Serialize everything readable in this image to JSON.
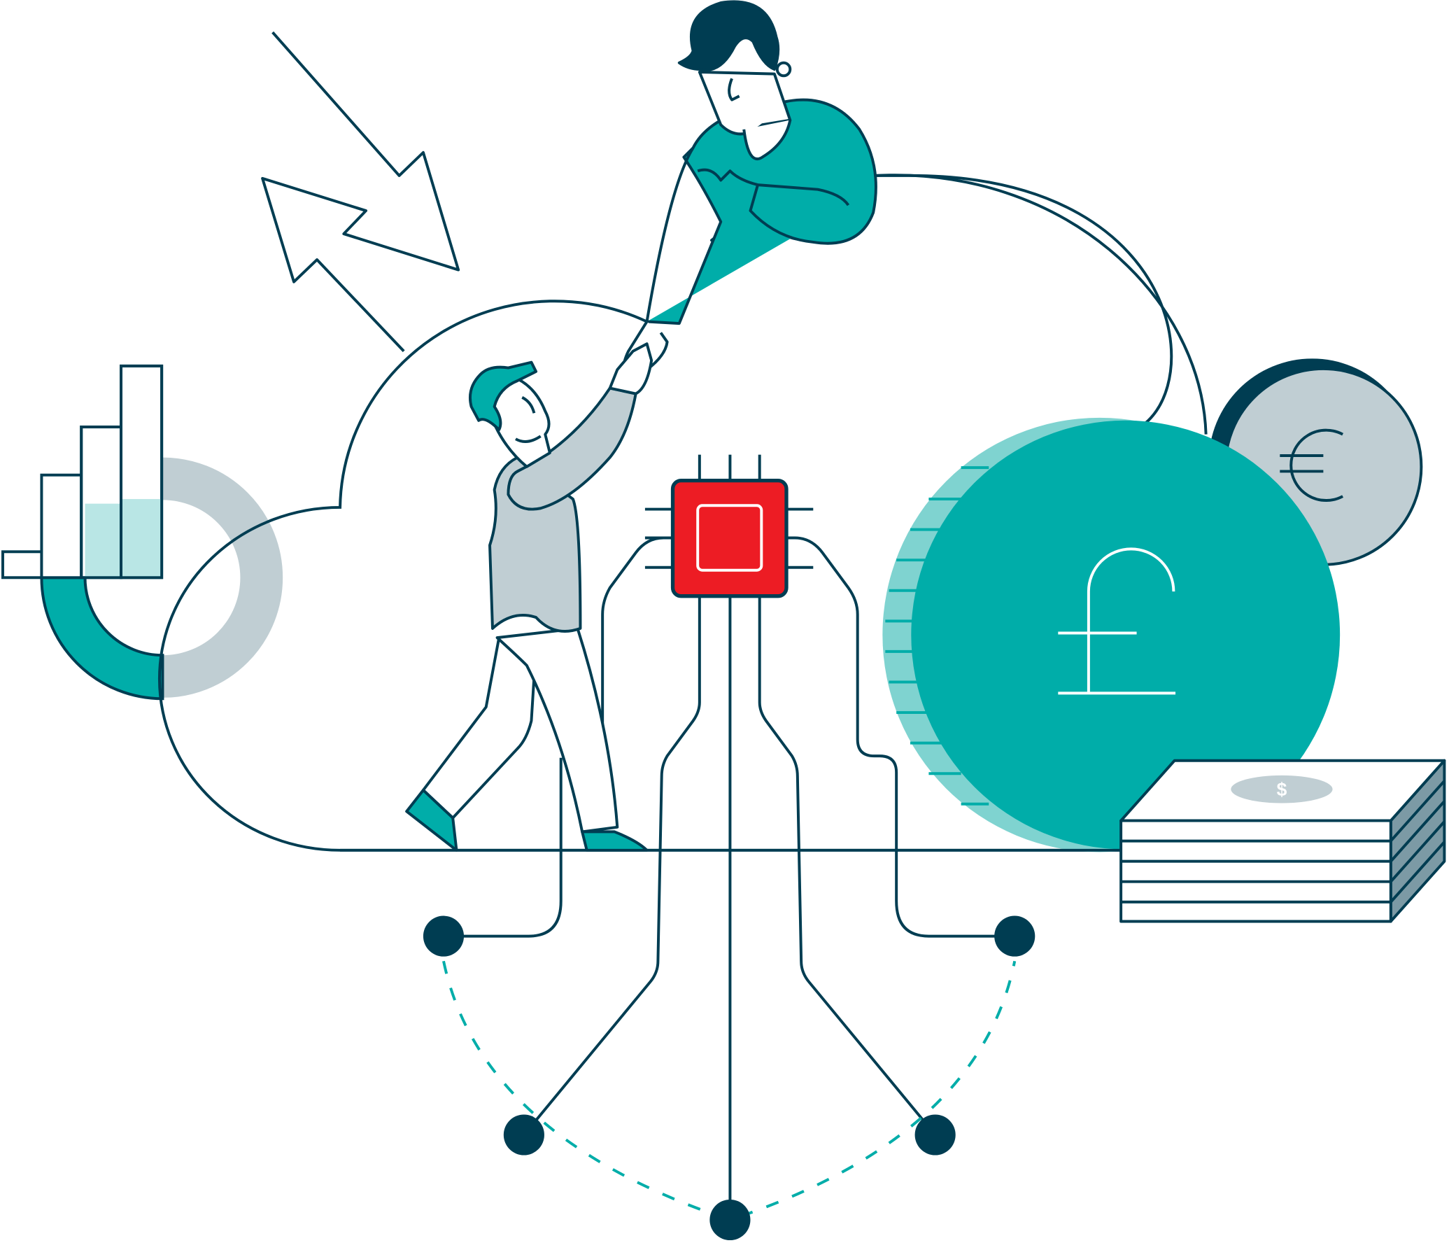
{
  "illustration": {
    "title": "Cloud finance collaboration illustration",
    "symbols": {
      "pound": "£",
      "euro": "€",
      "dollar": "$"
    },
    "colors": {
      "outline": "#003d52",
      "teal": "#00ada9",
      "teal_light": "#7fd3d0",
      "teal_pale": "#b9e6e5",
      "gray_blue": "#c0ced3",
      "gray_dark": "#7c9aa5",
      "chip_red": "#ed1c24",
      "background": "#ffffff"
    },
    "elements": [
      "cloud",
      "bar-chart",
      "donut-ring",
      "arrows-up-down",
      "person-helping",
      "person-climbing",
      "cpu-chip",
      "circuit-lines",
      "pound-coin",
      "euro-coin",
      "cash-stack"
    ]
  }
}
